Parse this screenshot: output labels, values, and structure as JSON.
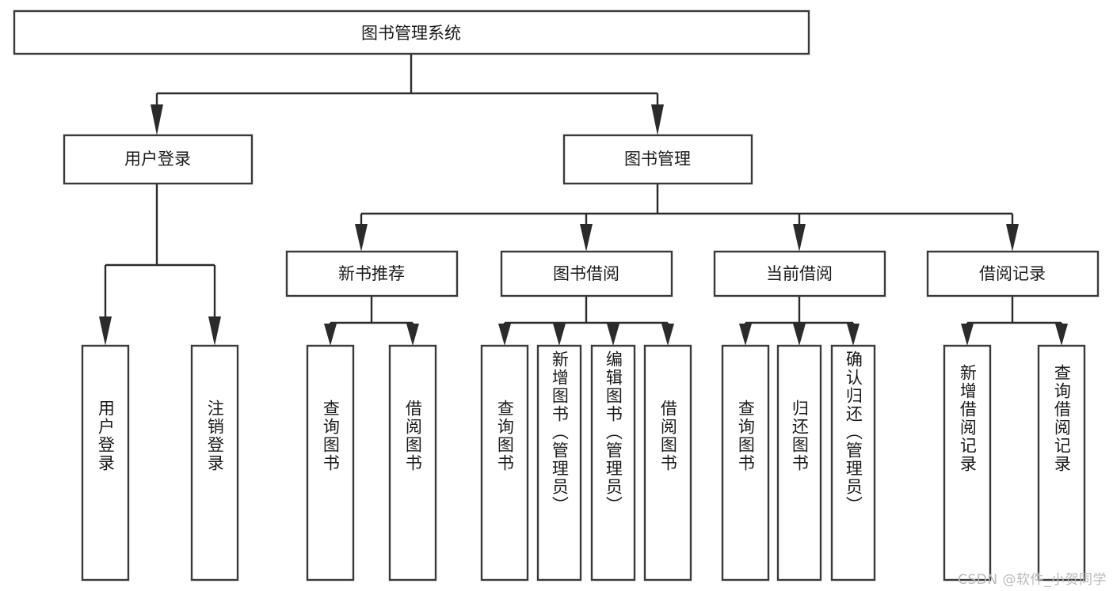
{
  "diagram": {
    "type": "tree-hierarchy",
    "title": "图书管理系统",
    "orientation": "top-down",
    "colors": {
      "box_border": "#3a3a3a",
      "box_fill": "#ffffff",
      "connector": "#2b2b2b",
      "text": "#1a1a1a",
      "watermark": "#b9b9b9",
      "background": "#ffffff"
    },
    "root": {
      "id": "root",
      "label": "图书管理系统"
    },
    "level2": [
      {
        "id": "user-login",
        "label": "用户登录"
      },
      {
        "id": "book-manage",
        "label": "图书管理"
      }
    ],
    "level3": [
      {
        "id": "new-book-recommend",
        "label": "新书推荐",
        "parent": "book-manage"
      },
      {
        "id": "book-borrow",
        "label": "图书借阅",
        "parent": "book-manage"
      },
      {
        "id": "current-borrow",
        "label": "当前借阅",
        "parent": "book-manage"
      },
      {
        "id": "borrow-record",
        "label": "借阅记录",
        "parent": "book-manage"
      }
    ],
    "leaves": [
      {
        "id": "leaf-user-login",
        "label": "用户登录",
        "parent": "user-login"
      },
      {
        "id": "leaf-logout-login",
        "label": "注销登录",
        "parent": "user-login"
      },
      {
        "id": "leaf-query-book-1",
        "label": "查询图书",
        "parent": "new-book-recommend"
      },
      {
        "id": "leaf-borrow-book-1",
        "label": "借阅图书",
        "parent": "new-book-recommend"
      },
      {
        "id": "leaf-query-book-2",
        "label": "查询图书",
        "parent": "book-borrow"
      },
      {
        "id": "leaf-add-book",
        "label": "新增图书（管理员）",
        "parent": "book-borrow"
      },
      {
        "id": "leaf-edit-book",
        "label": "编辑图书（管理员）",
        "parent": "book-borrow"
      },
      {
        "id": "leaf-borrow-book-2",
        "label": "借阅图书",
        "parent": "book-borrow"
      },
      {
        "id": "leaf-query-book-3",
        "label": "查询图书",
        "parent": "current-borrow"
      },
      {
        "id": "leaf-return-book",
        "label": "归还图书",
        "parent": "current-borrow"
      },
      {
        "id": "leaf-confirm-return",
        "label": "确认归还（管理员）",
        "parent": "current-borrow"
      },
      {
        "id": "leaf-add-record",
        "label": "新增借阅记录",
        "parent": "borrow-record"
      },
      {
        "id": "leaf-query-record",
        "label": "查询借阅记录",
        "parent": "borrow-record"
      }
    ]
  },
  "watermark": {
    "text": "CSDN @软件_小贺同学"
  }
}
